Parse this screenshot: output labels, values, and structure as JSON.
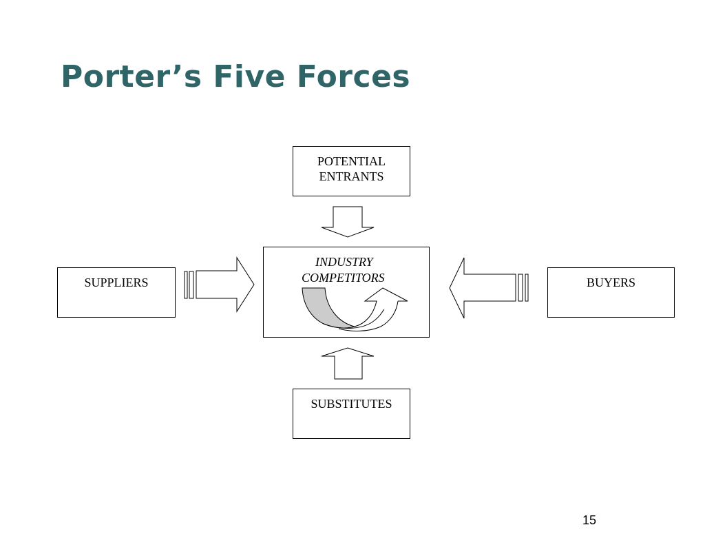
{
  "slide": {
    "title": "Porter’s Five Forces",
    "page_number": "15"
  },
  "diagram": {
    "potential_entrants": {
      "line1": "POTENTIAL",
      "line2": "ENTRANTS"
    },
    "industry": {
      "line1": "INDUSTRY",
      "line2": "COMPETITORS"
    },
    "suppliers": "SUPPLIERS",
    "buyers": "BUYERS",
    "substitutes": "SUBSTITUTES"
  },
  "colors": {
    "title": "#2f6566",
    "rivalry_fill": "#cccccc"
  }
}
